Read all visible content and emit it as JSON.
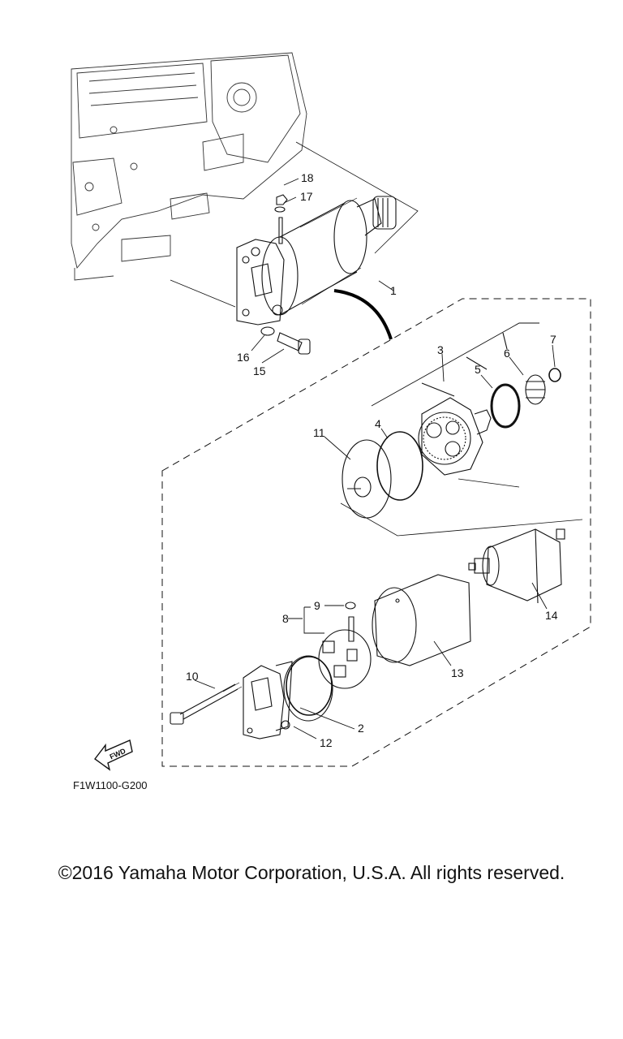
{
  "diagram": {
    "drawing_code": "F1W1100-G200",
    "fwd_label": "FWD",
    "part_labels": {
      "p1": "1",
      "p2": "2",
      "p3": "3",
      "p4": "4",
      "p5": "5",
      "p6": "6",
      "p7": "7",
      "p8": "8",
      "p9": "9",
      "p10": "10",
      "p11": "11",
      "p12": "12",
      "p13": "13",
      "p14": "14",
      "p15": "15",
      "p16": "16",
      "p17": "17",
      "p18": "18"
    }
  },
  "footer": {
    "copyright": "©2016 Yamaha Motor Corporation, U.S.A. All rights reserved."
  }
}
